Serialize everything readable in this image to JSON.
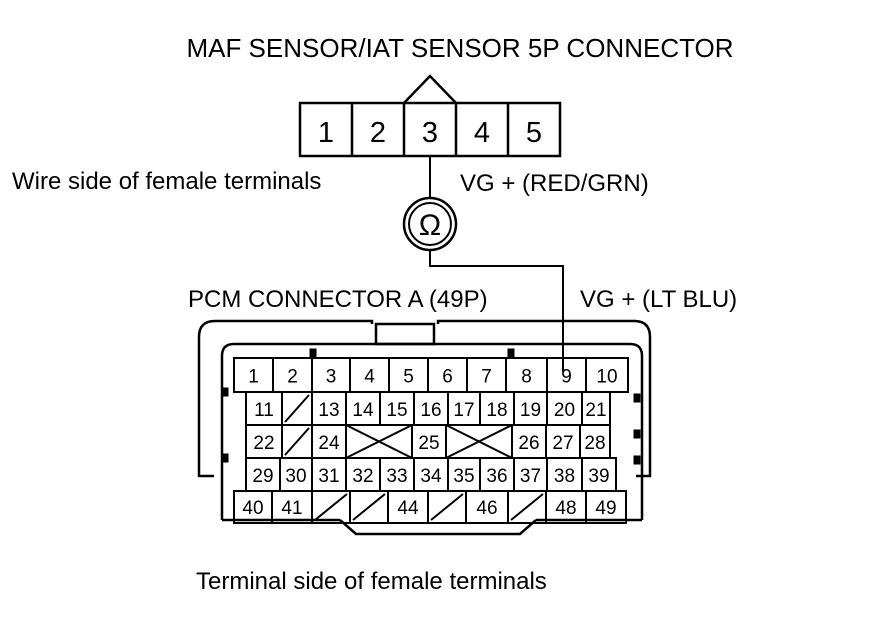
{
  "maf_connector": {
    "title": "MAF SENSOR/IAT SENSOR 5P CONNECTOR",
    "pins": [
      "1",
      "2",
      "3",
      "4",
      "5"
    ],
    "side_label": "Wire side of female terminals",
    "signal_label": "VG +  (RED/GRN)"
  },
  "meter": {
    "symbol": "Ω"
  },
  "pcm_connector": {
    "title": "PCM CONNECTOR A (49P)",
    "signal_label": "VG +  (LT BLU)",
    "side_label": "Terminal side of female terminals",
    "rows": [
      [
        "1",
        "2",
        "3",
        "4",
        "5",
        "6",
        "7",
        "8",
        "9",
        "10"
      ],
      [
        "11",
        "",
        "13",
        "14",
        "15",
        "16",
        "17",
        "18",
        "19",
        "20",
        "21"
      ],
      [
        "22",
        "",
        "24",
        "",
        "25",
        "",
        "26",
        "27",
        "28"
      ],
      [
        "29",
        "30",
        "31",
        "32",
        "33",
        "34",
        "35",
        "36",
        "37",
        "38",
        "39"
      ],
      [
        "40",
        "41",
        "",
        "",
        "44",
        "",
        "46",
        "",
        "48",
        "49"
      ]
    ]
  }
}
